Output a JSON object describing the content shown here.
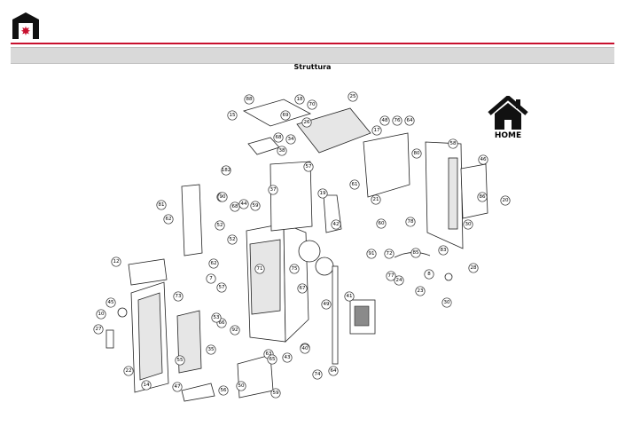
{
  "header": {
    "section_title": "Struttura",
    "home_label": "HOME",
    "accent_color": "#c8102e",
    "bar_color": "#d9d9d9"
  },
  "icons": {
    "brand": "brand-logo-icon",
    "home": "home-icon"
  },
  "callouts": [
    "88",
    "15",
    "18",
    "25",
    "70",
    "26",
    "69",
    "68",
    "34",
    "38",
    "57",
    "48",
    "76",
    "64",
    "17",
    "58",
    "46",
    "20",
    "86",
    "30",
    "80",
    "182",
    "61",
    "60",
    "89",
    "59",
    "37",
    "19",
    "21",
    "81",
    "62",
    "90",
    "68",
    "44",
    "52",
    "52",
    "12",
    "62",
    "7",
    "73",
    "55",
    "78",
    "83",
    "8",
    "85",
    "23",
    "28",
    "45",
    "10",
    "27",
    "14",
    "22",
    "57",
    "79",
    "43",
    "40",
    "74",
    "64",
    "35",
    "47",
    "56",
    "50",
    "59",
    "63",
    "66",
    "41",
    "65",
    "92",
    "53",
    "24",
    "49",
    "67",
    "71",
    "72",
    "75",
    "91",
    "42",
    "77",
    "30"
  ]
}
